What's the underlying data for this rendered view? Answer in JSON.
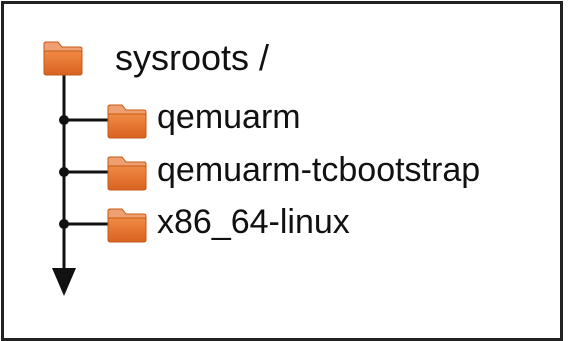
{
  "root": {
    "label": "sysroots /",
    "icon": "folder-icon"
  },
  "children": [
    {
      "label": "qemuarm",
      "icon": "folder-icon"
    },
    {
      "label": "qemuarm-tcbootstrap",
      "icon": "folder-icon"
    },
    {
      "label": "x86_64-linux",
      "icon": "folder-icon"
    }
  ],
  "colors": {
    "folder_fill": "#e8772e",
    "folder_tab": "#f0a070",
    "folder_outline": "#c25a18",
    "line": "#111111",
    "border": "#222222"
  }
}
